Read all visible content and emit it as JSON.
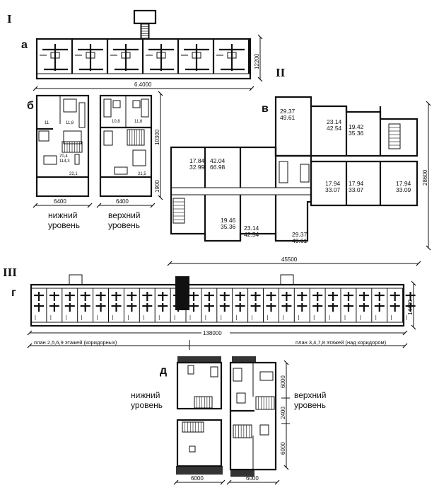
{
  "sections": {
    "I": "I",
    "II": "II",
    "III": "III"
  },
  "plan_a": {
    "letter": "а",
    "dim_length": "6.4000",
    "dim_depth": "12200"
  },
  "plan_b": {
    "letter": "б",
    "lower": {
      "dim_width": "6400",
      "label_line1": "нижний",
      "label_line2": "уровень",
      "areas": [
        "11",
        "11,8",
        "70,4",
        "114,3",
        "22,1"
      ]
    },
    "upper": {
      "dim_width": "6400",
      "label_line1": "верхний",
      "label_line2": "уровень",
      "areas": [
        "10,8",
        "11,8",
        "21,5"
      ]
    },
    "dim_depth_main": "10300",
    "dim_depth_loggia": "1900"
  },
  "plan_v": {
    "letter": "в",
    "dim_length": "45500",
    "dim_depth": "28600",
    "apartments": [
      {
        "living": "29.37",
        "total": "49.61"
      },
      {
        "living": "23.14",
        "total": "42.54"
      },
      {
        "living": "19.42",
        "total": "35.36"
      },
      {
        "living": "17.84",
        "total": "32.99"
      },
      {
        "living": "42.04",
        "total": "66.98"
      },
      {
        "living": "17.94",
        "total": "33.07"
      },
      {
        "living": "17.94",
        "total": "33.07"
      },
      {
        "living": "17.94",
        "total": "33.09"
      },
      {
        "living": "19.46",
        "total": "35.36"
      },
      {
        "living": "23.14",
        "total": "42.54"
      },
      {
        "living": "29.37",
        "total": "49.61"
      }
    ]
  },
  "plan_g": {
    "letter": "г",
    "dim_length": "138000",
    "dim_depth": "14400",
    "caption_left": "план 2,5,6,9 этажей (коридорных)",
    "caption_right": "план 3,4,7,8 этажей (над коридором)"
  },
  "plan_d": {
    "letter": "д",
    "lower_label_line1": "нижний",
    "lower_label_line2": "уровень",
    "upper_label_line1": "верхний",
    "upper_label_line2": "уровень",
    "dim_width_left": "6000",
    "dim_width_right": "6000",
    "dim_depth_top": "6000",
    "dim_depth_mid": "2400",
    "dim_depth_bottom": "6000"
  }
}
